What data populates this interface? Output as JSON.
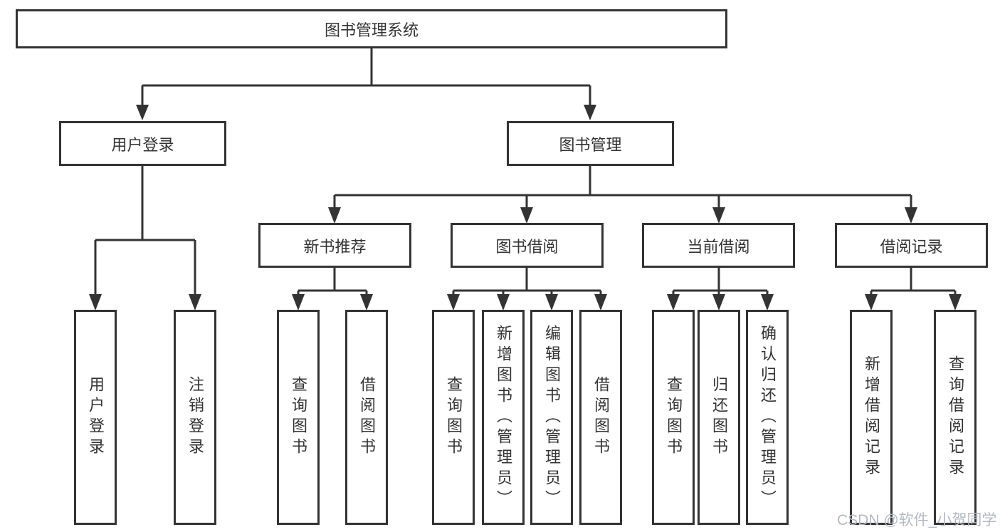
{
  "diagram": {
    "title": "图书管理系统",
    "branches": [
      {
        "label": "用户登录",
        "leaves": [
          {
            "label": "用户登录"
          },
          {
            "label": "注销登录"
          }
        ]
      },
      {
        "label": "图书管理",
        "modules": [
          {
            "label": "新书推荐",
            "leaves": [
              {
                "label": "查询图书"
              },
              {
                "label": "借阅图书"
              }
            ]
          },
          {
            "label": "图书借阅",
            "leaves": [
              {
                "label": "查询图书"
              },
              {
                "label": "新增图书（管理员）"
              },
              {
                "label": "编辑图书（管理员）"
              },
              {
                "label": "借阅图书"
              }
            ]
          },
          {
            "label": "当前借阅",
            "leaves": [
              {
                "label": "查询图书"
              },
              {
                "label": "归还图书"
              },
              {
                "label": "确认归还（管理员）"
              }
            ]
          },
          {
            "label": "借阅记录",
            "leaves": [
              {
                "label": "新增借阅记录"
              },
              {
                "label": "查询借阅记录"
              }
            ]
          }
        ]
      }
    ]
  },
  "watermark": {
    "text": "CSDN @软件_小贺同学"
  },
  "colors": {
    "line": "#333333",
    "background": "#ffffff",
    "watermark_color": "#b3b9c3"
  }
}
